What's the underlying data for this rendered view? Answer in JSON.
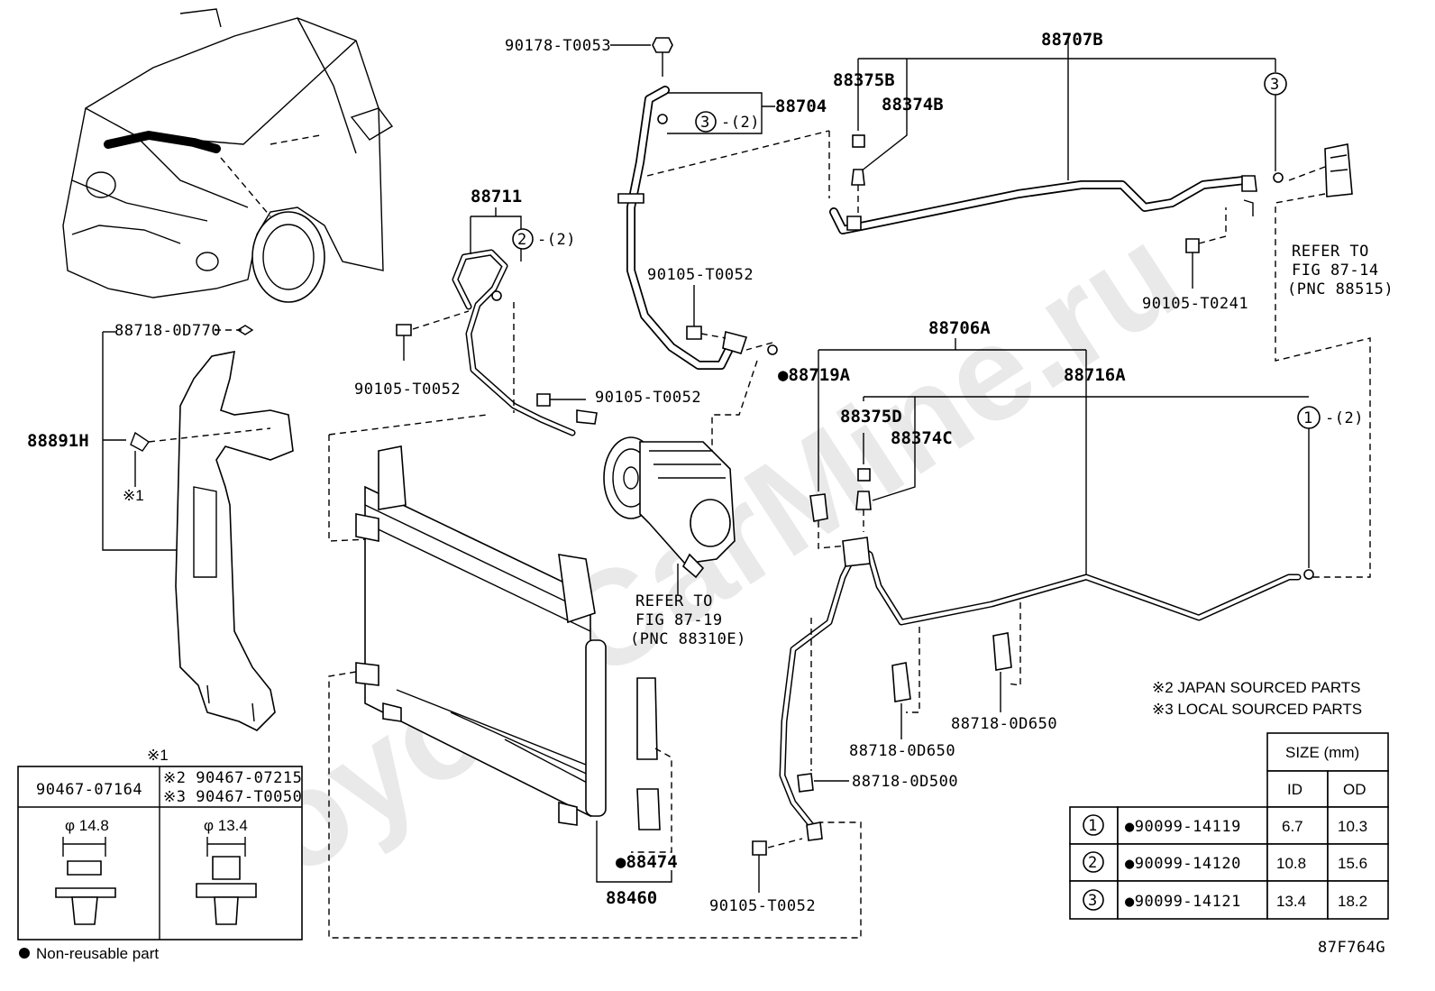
{
  "watermark": "ToyotaCarMine.ru",
  "figure_code": "87F764G",
  "legend_nonreusable": "Non-reusable part",
  "notes": {
    "japan": "※2 JAPAN SOURCED PARTS",
    "local": "※3 LOCAL SOURCED PARTS"
  },
  "labels": {
    "p90178": "90178-T0053",
    "p88704": "88704",
    "p88704_o": "3",
    "p88704_q": "-(2)",
    "p88711": "88711",
    "p88711_o": "2",
    "p88711_q": "-(2)",
    "p90105_a": "90105-T0052",
    "p90105_b": "90105-T0052",
    "p90105_c": "90105-T0052",
    "p90105_d": "90105-T0052",
    "p90105_t0241": "90105-T0241",
    "p88718_0d770": "88718-0D770",
    "p88891h": "88891H",
    "p_star1": "※1",
    "p88707b": "88707B",
    "p88375b": "88375B",
    "p88374b": "88374B",
    "p88707_o": "3",
    "refer_8714_1": "REFER TO",
    "refer_8714_2": "FIG 87-14",
    "refer_8714_3": "(PNC 88515)",
    "p88706a": "88706A",
    "p88719a": "●88719A",
    "p88716a": "88716A",
    "p88375d": "88375D",
    "p88374c": "88374C",
    "p88716_o": "1",
    "p88716_q": "-(2)",
    "refer_8719_1": "REFER TO",
    "refer_8719_2": "FIG 87-19",
    "refer_8719_3": "(PNC 88310E)",
    "p88718_0d650_a": "88718-0D650",
    "p88718_0d650_b": "88718-0D650",
    "p88718_0d500": "88718-0D500",
    "p88474": "●88474",
    "p88460": "88460"
  },
  "clip_table": {
    "header_mark": "※1",
    "col1_part": "90467-07164",
    "col2_part_a": "※2 90467-07215",
    "col2_part_b": "※3 90467-T0050",
    "col1_dim": "φ 14.8",
    "col2_dim": "φ 13.4"
  },
  "oring_table": {
    "size_header": "SIZE (mm)",
    "id_header": "ID",
    "od_header": "OD",
    "rows": [
      {
        "key": "1",
        "part": "●90099-14119",
        "id": "6.7",
        "od": "10.3"
      },
      {
        "key": "2",
        "part": "●90099-14120",
        "id": "10.8",
        "od": "15.6"
      },
      {
        "key": "3",
        "part": "●90099-14121",
        "id": "13.4",
        "od": "18.2"
      }
    ]
  }
}
